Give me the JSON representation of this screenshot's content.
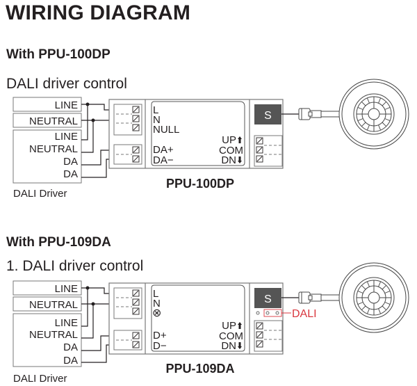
{
  "page": {
    "title": "WIRING DIAGRAM"
  },
  "sections": [
    {
      "heading": "With PPU-100DP",
      "subheading": "DALI driver control",
      "supply_labels": [
        "LINE",
        "NEUTRAL"
      ],
      "driver_labels": [
        "LINE",
        "NEUTRAL",
        "DA",
        "DA"
      ],
      "driver_caption": "DALI Driver",
      "unit_name": "PPU-100DP",
      "panel_left": [
        "L",
        "N",
        "NULL"
      ],
      "panel_left_bottom": [
        "DA+",
        "DA−"
      ],
      "panel_right": [
        "UP",
        "COM",
        "DN"
      ],
      "panel_right_icons": [
        "arrow-up-icon",
        "",
        "arrow-down-icon"
      ],
      "sensor_port_label": "S",
      "has_dali_port": false
    },
    {
      "heading": "With PPU-109DA",
      "subheading": "1. DALI driver control",
      "supply_labels": [
        "LINE",
        "NEUTRAL"
      ],
      "driver_labels": [
        "LINE",
        "NEUTRAL",
        "DA",
        "DA"
      ],
      "driver_caption": "DALI Driver",
      "unit_name": "PPU-109DA",
      "panel_left": [
        "L",
        "N",
        "⊗"
      ],
      "panel_left_bottom": [
        "D+",
        "D−"
      ],
      "panel_right": [
        "UP",
        "COM",
        "DN"
      ],
      "panel_right_icons": [
        "arrow-up-icon",
        "",
        "arrow-down-icon"
      ],
      "sensor_port_label": "S",
      "has_dali_port": true,
      "dali_port_label": "DALI"
    }
  ],
  "colors": {
    "line": "#231f20",
    "device_outline": "#777777",
    "sensor_port_fill": "#555555",
    "dali_accent": "#d9363e"
  }
}
